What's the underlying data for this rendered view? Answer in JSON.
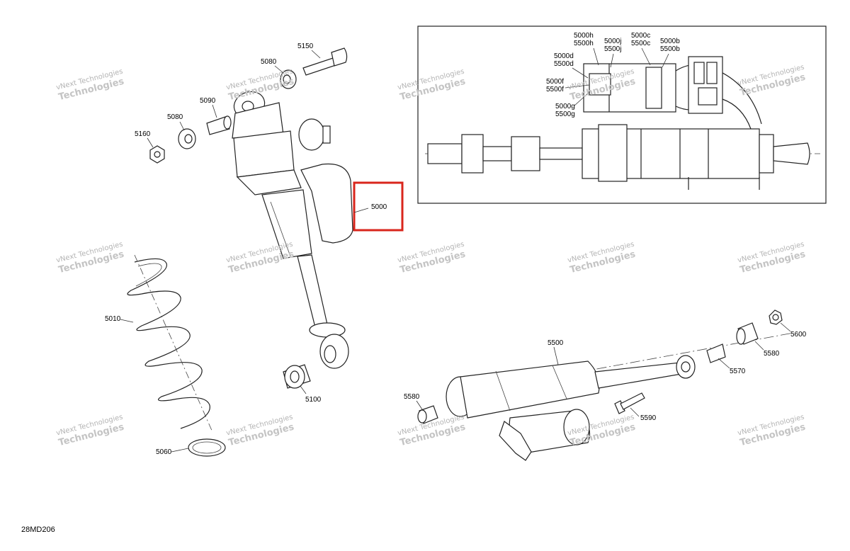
{
  "diagram_code": "28MD206",
  "watermark": {
    "line1": "vNext Technologies",
    "line2": "Technologies"
  },
  "callouts": {
    "p5150": "5150",
    "p5080a": "5080",
    "p5080b": "5080",
    "p5090": "5090",
    "p5160": "5160",
    "p5000": "5000",
    "p5010": "5010",
    "p5100": "5100",
    "p5060": "5060",
    "p5500": "5500",
    "p5580a": "5580",
    "p5580b": "5580",
    "p5590": "5590",
    "p5570": "5570",
    "p5600": "5600",
    "inset_5000h": "5000h",
    "inset_5500h": "5500h",
    "inset_5000j": "5000j",
    "inset_5500j": "5500j",
    "inset_5000c": "5000c",
    "inset_5500c": "5500c",
    "inset_5000b": "5000b",
    "inset_5500b": "5500b",
    "inset_5000d": "5000d",
    "inset_5500d": "5500d",
    "inset_5000f": "5000f",
    "inset_5500f": "5500f",
    "inset_5000g": "5000g",
    "inset_5500g": "5500g"
  },
  "highlight_color": "#d9261c",
  "line_color": "#222222"
}
